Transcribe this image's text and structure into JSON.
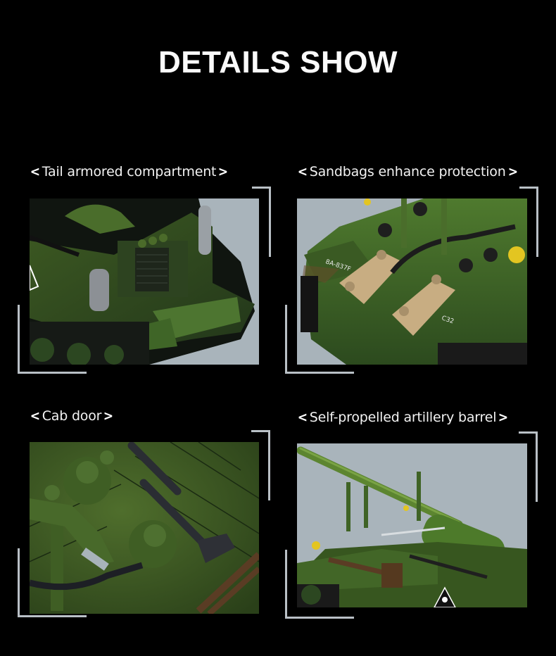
{
  "page": {
    "title": "DETAILS SHOW",
    "background_color": "#000000",
    "accent_bracket_color": "#b9c0c6"
  },
  "panels": [
    {
      "label": "Tail armored compartment",
      "chevron_left": "<",
      "chevron_right": ">",
      "image_alt": "Rear of green brick-built armored vehicle with grille, spare track links and rear bumper"
    },
    {
      "label": "Sandbags enhance protection",
      "chevron_left": "<",
      "chevron_right": ">",
      "image_alt": "Front hull of green tank with two tan sandbags, black hose, antennas and yellow headlight",
      "markings": [
        "8A-837F",
        "C32"
      ]
    },
    {
      "label": "Cab door",
      "chevron_left": "<",
      "chevron_right": ">",
      "image_alt": "Top-down view of green cab door plate with round hatches, black tools, hose and brown rifles"
    },
    {
      "label": "Self-propelled artillery barrel",
      "chevron_left": "<",
      "chevron_right": ">",
      "image_alt": "Long green artillery gun barrel mounted on vehicle with travel lock and skull warning sign"
    }
  ]
}
